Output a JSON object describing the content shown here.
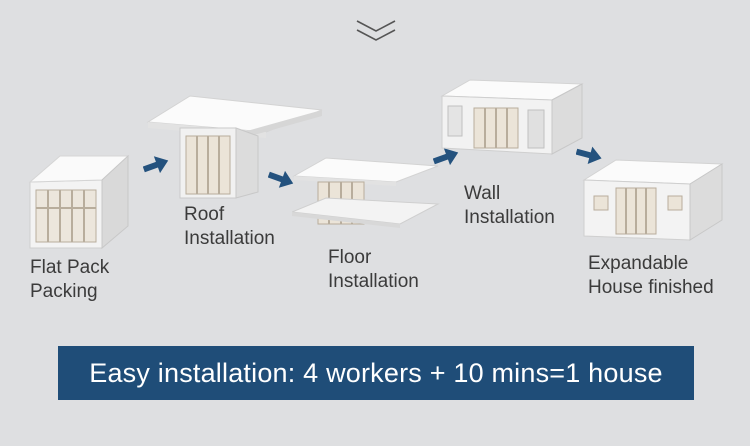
{
  "steps": [
    {
      "label": "Flat Pack\nPacking"
    },
    {
      "label": "Roof\nInstallation"
    },
    {
      "label": "Floor\nInstallation"
    },
    {
      "label": "Wall\nInstallation"
    },
    {
      "label": "Expandable\nHouse finished"
    }
  ],
  "banner": {
    "text": "Easy installation: 4 workers + 10 mins=1 house"
  },
  "icons": {
    "top": "double-chevron-down-icon",
    "step_arrow": "arrow-right-icon"
  },
  "colors": {
    "arrow": "#24527e",
    "banner": "#1f4d78",
    "background": "#dedfe1"
  }
}
